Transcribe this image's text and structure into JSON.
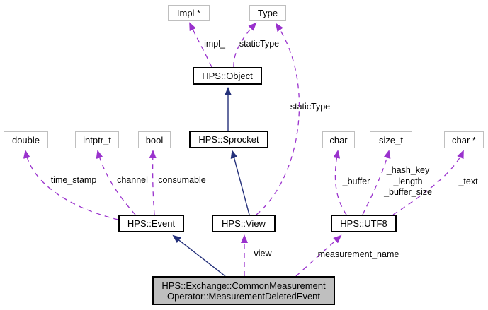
{
  "diagram_type": "collaboration-graph",
  "nodes": {
    "impl": {
      "label": "Impl *"
    },
    "type": {
      "label": "Type"
    },
    "object": {
      "label": "HPS::Object"
    },
    "sprocket": {
      "label": "HPS::Sprocket"
    },
    "double": {
      "label": "double"
    },
    "intptr_t": {
      "label": "intptr_t"
    },
    "bool": {
      "label": "bool"
    },
    "char": {
      "label": "char"
    },
    "size_t": {
      "label": "size_t"
    },
    "char_ptr": {
      "label": "char *"
    },
    "event": {
      "label": "HPS::Event"
    },
    "view": {
      "label": "HPS::View"
    },
    "utf8": {
      "label": "HPS::UTF8"
    },
    "main": {
      "label_line1": "HPS::Exchange::CommonMeasurement",
      "label_line2": "Operator::MeasurementDeletedEvent"
    }
  },
  "edge_labels": {
    "impl_": "impl_",
    "static_type_object": "staticType",
    "static_type_view": "staticType",
    "time_stamp": "time_stamp",
    "channel": "channel",
    "consumable": "consumable",
    "buffer": "_buffer",
    "hash_key": "_hash_key",
    "length": "_length",
    "buffer_size": "_buffer_size",
    "text": "_text",
    "view": "view",
    "measurement_name": "measurement_name"
  },
  "colors": {
    "usage_edge": "#9a32cd",
    "inheritance_edge": "#24307a",
    "plain_node_border": "#bfbfbf",
    "highlight_node_border": "#000000",
    "main_node_fill": "#bfbfbf",
    "background": "#ffffff",
    "text": "#000000"
  }
}
